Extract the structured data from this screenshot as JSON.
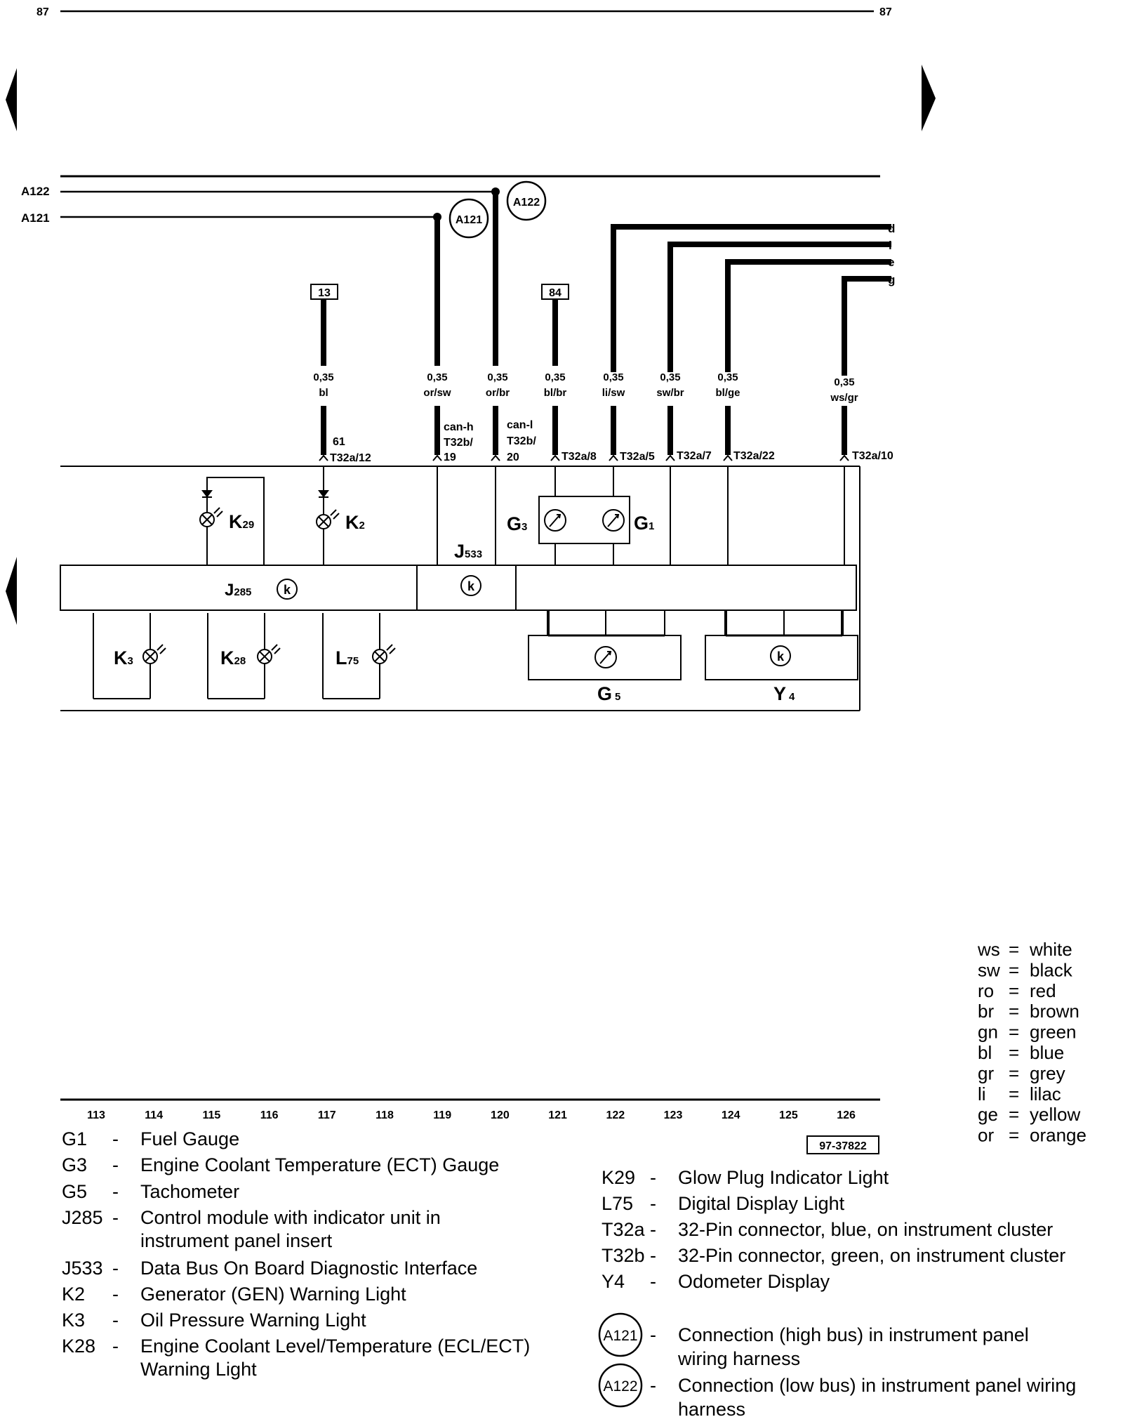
{
  "page": {
    "number_left": "87",
    "number_right": "87",
    "image_ref": "97-37822"
  },
  "bus_lines": {
    "a122": "A122",
    "a121": "A121"
  },
  "bus_circles": {
    "a121": "A121",
    "a122": "A122"
  },
  "right_wire_labels": {
    "d": "d",
    "i": "i",
    "e": "e",
    "g": "g"
  },
  "boxed_refs": {
    "r13": "13",
    "r84": "84"
  },
  "wires": [
    {
      "size": "0,35",
      "color": "bl"
    },
    {
      "size": "0,35",
      "color": "or/sw"
    },
    {
      "size": "0,35",
      "color": "or/br"
    },
    {
      "size": "0,35",
      "color": "bl/br"
    },
    {
      "size": "0,35",
      "color": "li/sw"
    },
    {
      "size": "0,35",
      "color": "sw/br"
    },
    {
      "size": "0,35",
      "color": "bl/ge"
    },
    {
      "size": "0,35",
      "color": "ws/gr"
    }
  ],
  "pins": {
    "p61": "61",
    "t32a12": "T32a/12",
    "canh": "can-h",
    "t32b_a": "T32b/",
    "n19": "19",
    "canl": "can-l",
    "t32b_b": "T32b/",
    "n20": "20",
    "t32a8": "T32a/8",
    "t32a5": "T32a/5",
    "t32a7": "T32a/7",
    "t32a22": "T32a/22",
    "t32a10": "T32a/10"
  },
  "components": {
    "k29": {
      "main": "K",
      "sub": "29"
    },
    "k2": {
      "main": "K",
      "sub": "2"
    },
    "g3": {
      "main": "G",
      "sub": "3"
    },
    "g1": {
      "main": "G",
      "sub": "1"
    },
    "j533": {
      "main": "J",
      "sub": "533"
    },
    "j285": {
      "main": "J",
      "sub": "285"
    },
    "k3": {
      "main": "K",
      "sub": "3"
    },
    "k28": {
      "main": "K",
      "sub": "28"
    },
    "l75": {
      "main": "L",
      "sub": "75"
    },
    "g5": {
      "main": "G",
      "sub": "5"
    },
    "y4": {
      "main": "Y",
      "sub": "4"
    },
    "k_symbol": "k"
  },
  "grid_numbers": [
    "113",
    "114",
    "115",
    "116",
    "117",
    "118",
    "119",
    "120",
    "121",
    "122",
    "123",
    "124",
    "125",
    "126"
  ],
  "color_key": [
    {
      "code": "ws",
      "eq": "=",
      "name": "white"
    },
    {
      "code": "sw",
      "eq": "=",
      "name": "black"
    },
    {
      "code": "ro",
      "eq": "=",
      "name": "red"
    },
    {
      "code": "br",
      "eq": "=",
      "name": "brown"
    },
    {
      "code": "gn",
      "eq": "=",
      "name": "green"
    },
    {
      "code": "bl",
      "eq": "=",
      "name": "blue"
    },
    {
      "code": "gr",
      "eq": "=",
      "name": "grey"
    },
    {
      "code": "li",
      "eq": "=",
      "name": "lilac"
    },
    {
      "code": "ge",
      "eq": "=",
      "name": "yellow"
    },
    {
      "code": "or",
      "eq": "=",
      "name": "orange"
    }
  ],
  "legend_left": [
    {
      "code": "G1",
      "dash": "-",
      "lines": [
        "Fuel Gauge"
      ]
    },
    {
      "code": "G3",
      "dash": "-",
      "lines": [
        "Engine Coolant Temperature (ECT) Gauge"
      ]
    },
    {
      "code": "G5",
      "dash": "-",
      "lines": [
        "Tachometer"
      ]
    },
    {
      "code": "J285",
      "dash": "-",
      "lines": [
        "Control module with indicator unit in",
        "instrument panel insert"
      ]
    },
    {
      "code": "J533",
      "dash": "-",
      "lines": [
        "Data Bus On Board Diagnostic Interface"
      ]
    },
    {
      "code": "K2",
      "dash": "-",
      "lines": [
        "Generator (GEN) Warning Light"
      ]
    },
    {
      "code": "K3",
      "dash": "-",
      "lines": [
        "Oil Pressure Warning Light"
      ]
    },
    {
      "code": "K28",
      "dash": "-",
      "lines": [
        "Engine Coolant Level/Temperature (ECL/ECT)",
        "Warning Light"
      ]
    }
  ],
  "legend_right": [
    {
      "code": "K29",
      "dash": "-",
      "lines": [
        "Glow Plug Indicator Light"
      ]
    },
    {
      "code": "L75",
      "dash": "-",
      "lines": [
        "Digital Display Light"
      ]
    },
    {
      "code": "T32a",
      "dash": "-",
      "lines": [
        "32-Pin connector, blue, on instrument cluster"
      ]
    },
    {
      "code": "T32b",
      "dash": "-",
      "lines": [
        "32-Pin connector, green, on instrument cluster"
      ]
    },
    {
      "code": "Y4",
      "dash": "-",
      "lines": [
        "Odometer Display"
      ]
    }
  ],
  "legend_connections": [
    {
      "code": "A121",
      "dash": "-",
      "lines": [
        "Connection (high bus) in instrument panel",
        "wiring harness"
      ]
    },
    {
      "code": "A122",
      "dash": "-",
      "lines": [
        "Connection (low bus) in instrument panel wiring",
        "harness"
      ]
    }
  ]
}
